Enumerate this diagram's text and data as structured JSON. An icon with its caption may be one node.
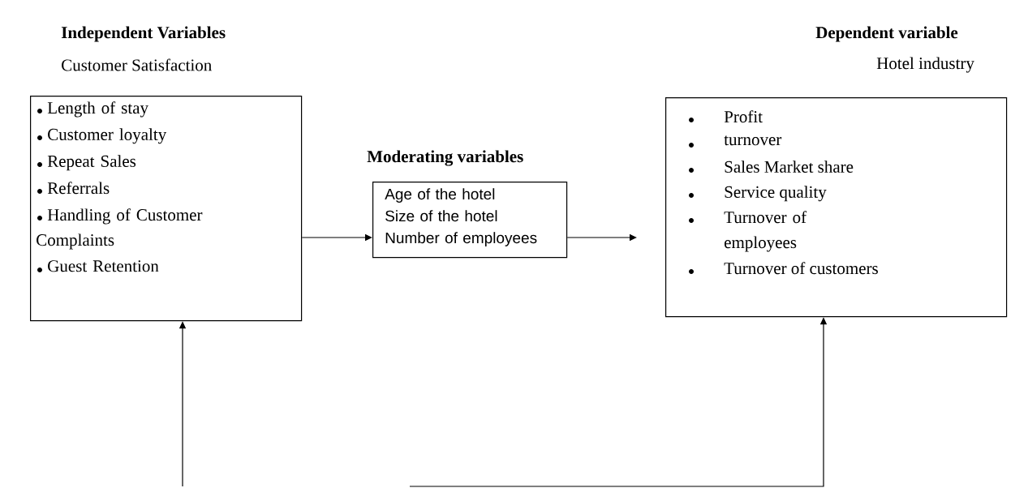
{
  "diagram": {
    "nodes": [
      {
        "text": [
          "Independent Variables",
          "Customer Satisfaction",
          "Length of stay",
          "Customer loyalty",
          "Repeat Sales",
          "Referrals",
          "Handling of Customer Complaints",
          "Guest Retention"
        ]
      },
      {
        "text": [
          "Moderating variables",
          "Age of the hotel",
          "Size of the hotel",
          "Number of employees"
        ]
      },
      {
        "text": [
          "Dependent variable",
          "Hotel industry",
          "Profit",
          "turnover",
          "Sales Market share",
          "Service quality",
          "Turnover of employees",
          "Turnover of customers"
        ]
      }
    ],
    "edges": [
      {
        "from": 0,
        "to": 1,
        "arrow": "to"
      },
      {
        "from": 1,
        "to": 2,
        "arrow": "to"
      },
      {
        "from": null,
        "to": 0,
        "arrow": "to"
      },
      {
        "from": null,
        "to": 2,
        "arrow": "to"
      }
    ]
  }
}
